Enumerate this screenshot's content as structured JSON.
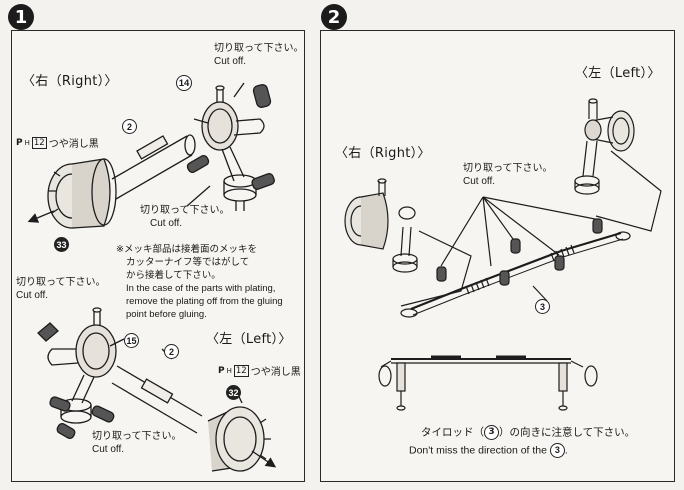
{
  "steps": [
    {
      "number": "1",
      "right_header": "〈右（Right）〉",
      "left_header": "〈左（Left）〉",
      "cut_jp": "切り取って下さい。",
      "cut_en": "Cut off.",
      "paint_code": "P",
      "paint_sub": "H",
      "paint_box": "12",
      "paint_label": "つや消し黒",
      "parts": [
        "14",
        "2",
        "33",
        "15",
        "2",
        "32"
      ],
      "note_jp_1": "※メッキ部品は接着面のメッキを",
      "note_jp_2": "カッターナイフ等ではがして",
      "note_jp_3": "から接着して下さい。",
      "note_en_1": "In the case of the parts with plating,",
      "note_en_2": "remove the plating off from the gluing",
      "note_en_3": "point before gluing."
    },
    {
      "number": "2",
      "left_header": "〈左（Left）〉",
      "right_header": "〈右（Right）〉",
      "cut_jp": "切り取って下さい。",
      "cut_en": "Cut off.",
      "part": "3",
      "tierod_jp_pre": "タイロッド（",
      "tierod_jp_post": "）の向きに注意して下さい。",
      "tierod_en_pre": "Don't miss the direction of the",
      "tierod_en_post": "."
    }
  ]
}
